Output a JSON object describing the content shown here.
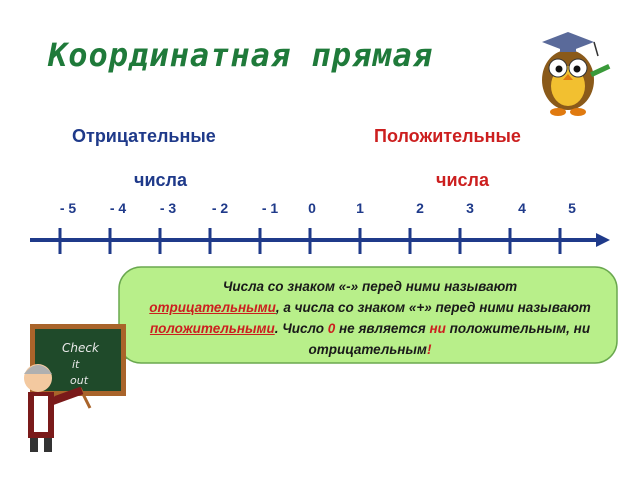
{
  "title": "Координатная прямая",
  "negative": {
    "line1": "Отрицательные",
    "line2": "числа"
  },
  "positive": {
    "line1": "Положительные",
    "line2": "числа"
  },
  "numbers": [
    "- 5",
    "- 4",
    "- 3",
    "- 2",
    "- 1",
    "0",
    "1",
    "2",
    "3",
    "4",
    "5"
  ],
  "bubble": {
    "p1": "Числа  со  знаком «-» перед  ними называют",
    "neg_word": "отрицательными",
    "p2": ", а числа со знаком «+» перед ними называют ",
    "pos_word": "положительными",
    "p3": ". Число ",
    "zero": "0",
    "p4": " не является ",
    "ni": "ни",
    "p5": " положительным, ни отрицательным",
    "excl": "!"
  },
  "board_text": [
    "Check",
    "it",
    "out"
  ],
  "colors": {
    "title": "#1f7a3a",
    "negative": "#1f3a8a",
    "positive": "#cc1f1f",
    "bubble_fill": "#b8ef8a"
  }
}
